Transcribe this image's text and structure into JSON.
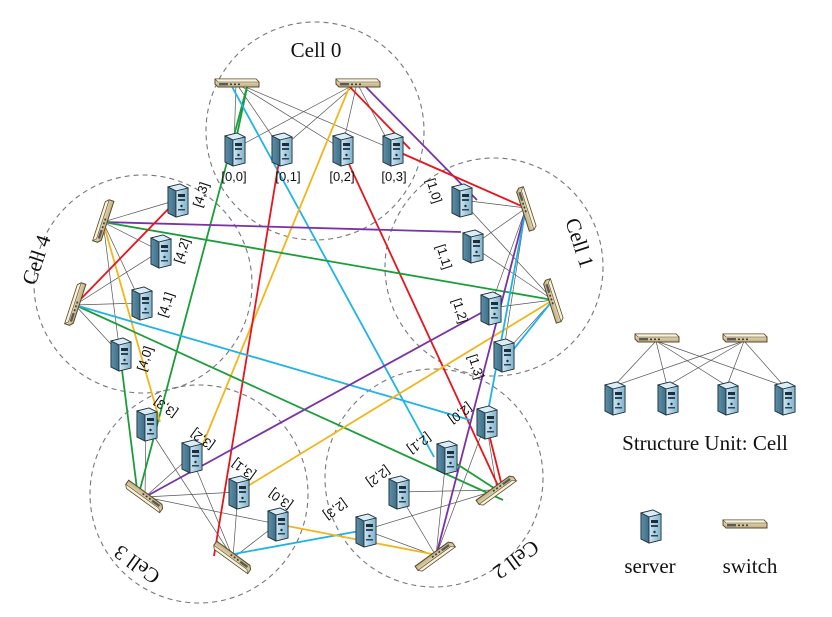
{
  "cells": [
    {
      "title": "Cell 0",
      "servers": [
        "[0,0]",
        "[0,1]",
        "[0,2]",
        "[0,3]"
      ]
    },
    {
      "title": "Cell 1",
      "servers": [
        "[1,0]",
        "[1,1]",
        "[1,2]",
        "[1,3]"
      ]
    },
    {
      "title": "Cell 2",
      "servers": [
        "[2,0]",
        "[2,1]",
        "[2,2]",
        "[2,3]"
      ]
    },
    {
      "title": "Cell 3",
      "servers": [
        "[3,0]",
        "[3,1]",
        "[3,2]",
        "[3,3]"
      ]
    },
    {
      "title": "Cell 4",
      "servers": [
        "[4,0]",
        "[4,1]",
        "[4,2]",
        "[4,3]"
      ]
    }
  ],
  "legend": {
    "structure_unit": "Structure Unit:  Cell",
    "server": "server",
    "switch": "switch"
  },
  "colors": {
    "red": "#e8141c",
    "green": "#1a9e3a",
    "blue": "#1eb4e6",
    "purple": "#7a32a8",
    "yellow": "#f2b61b",
    "internal": "#555555",
    "circle": "#777777"
  },
  "icons": [
    "server-icon",
    "switch-icon"
  ]
}
